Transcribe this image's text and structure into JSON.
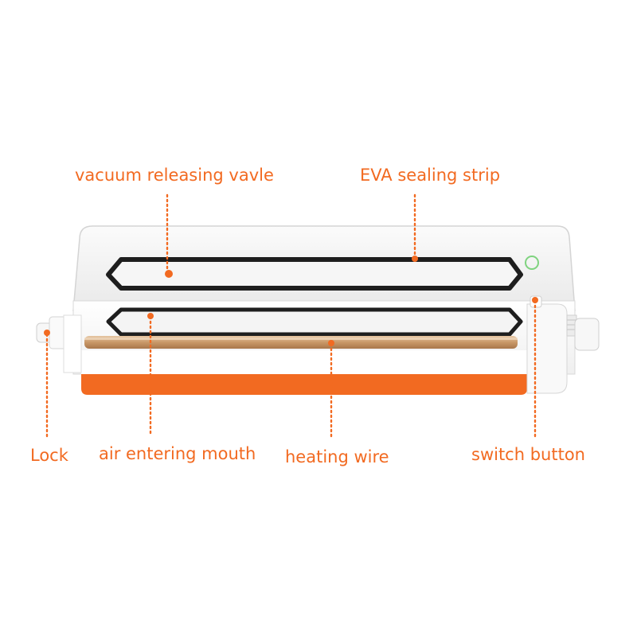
{
  "diagram": {
    "accent_color": "#f26a21",
    "callouts": [
      {
        "id": "vacuum-releasing-valve",
        "text": "vacuum releasing vavle"
      },
      {
        "id": "eva-sealing-strip",
        "text": "EVA sealing strip"
      },
      {
        "id": "lock",
        "text": "Lock"
      },
      {
        "id": "air-entering-mouth",
        "text": "air entering mouth"
      },
      {
        "id": "heating-wire",
        "text": "heating wire"
      },
      {
        "id": "switch-button",
        "text": "switch button"
      }
    ]
  }
}
